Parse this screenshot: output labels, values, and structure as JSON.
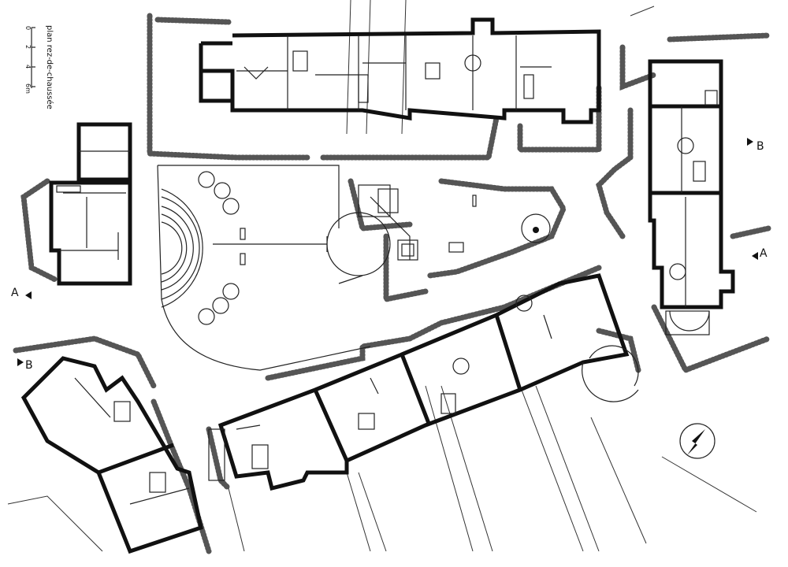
{
  "plan": {
    "title": "plan rez-de-chaussée",
    "scale_ticks": [
      "0",
      "2",
      "4",
      "6m"
    ]
  },
  "section_marks": {
    "a_left": "A",
    "a_right": "A",
    "b_left": "B",
    "b_right": "B"
  }
}
